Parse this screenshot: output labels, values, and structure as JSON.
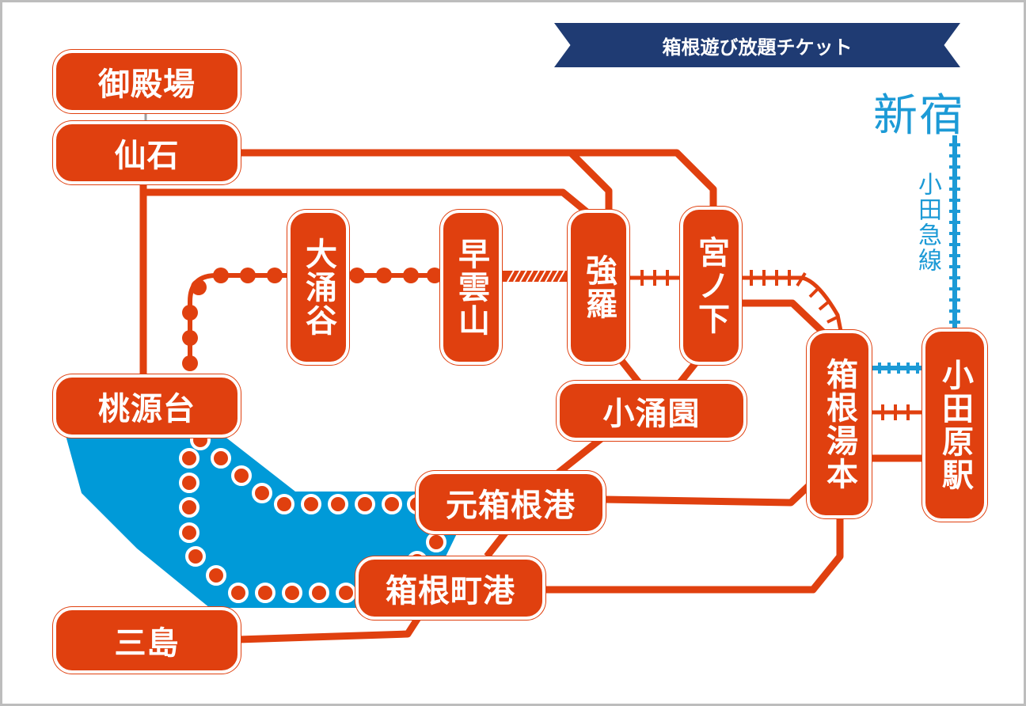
{
  "ticket": {
    "title": "箱根遊び放題チケット"
  },
  "terminal": {
    "name": "新宿",
    "line": "小田急線"
  },
  "stations": {
    "gotemba": "御殿場",
    "sengoku": "仙石",
    "owakudani": "大涌谷",
    "sounzan": "早雲山",
    "gora": "強羅",
    "miyanoshita": "宮ノ下",
    "togendai": "桃源台",
    "kowakien": "小涌園",
    "hakone_yumoto": "箱根湯本",
    "odawara": "小田原駅",
    "motohakone": "元箱根港",
    "hakonemachi": "箱根町港",
    "mishima": "三島"
  },
  "colors": {
    "bus": "#e0400f",
    "lake": "#009ad8",
    "odakyu": "#1c9ad6",
    "banner": "#1f3b73"
  }
}
